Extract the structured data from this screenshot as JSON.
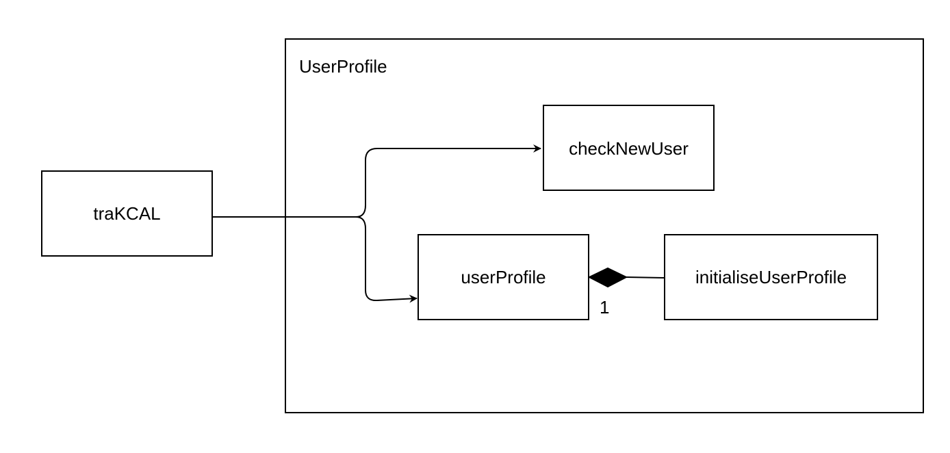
{
  "diagram": {
    "container": {
      "title": "UserProfile"
    },
    "nodes": {
      "trakcal": "traKCAL",
      "check_new_user": "checkNewUser",
      "user_profile": "userProfile",
      "initialise_user_profile": "initialiseUserProfile"
    },
    "edges": {
      "composition_multiplicity": "1"
    },
    "colors": {
      "stroke": "#000000",
      "fill": "#ffffff"
    }
  }
}
